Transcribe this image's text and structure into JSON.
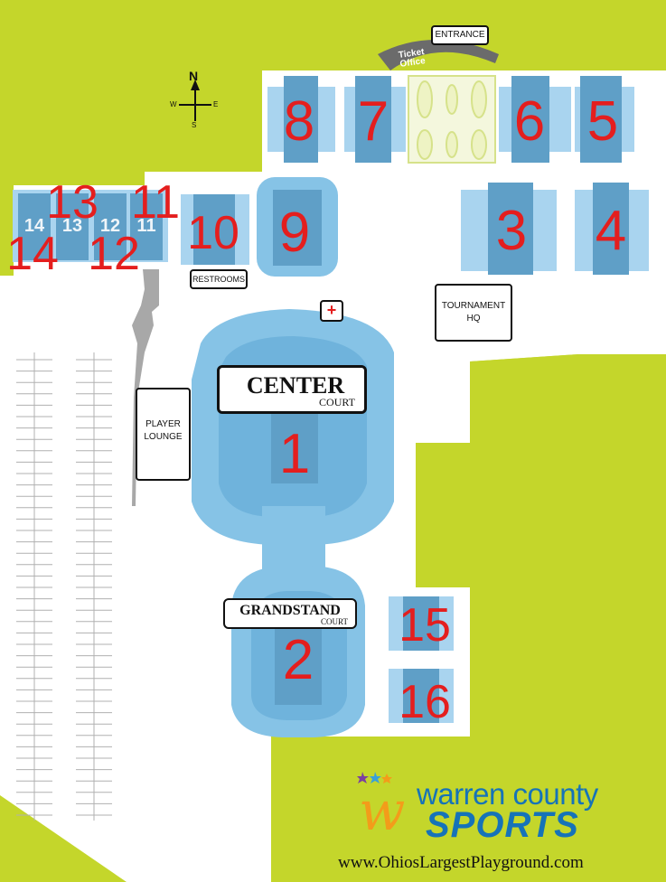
{
  "labels": {
    "entrance": "ENTRANCE",
    "ticket_office": "Ticket\nOffice",
    "restrooms": "RESTROOMS",
    "tournament_hq": "TOURNAMENT\nHQ",
    "player_lounge": "PLAYER\nLOUNGE",
    "center": "CENTER",
    "center_sub": "COURT",
    "grandstand": "GRANDSTAND",
    "grandstand_sub": "COURT",
    "first_aid": "+"
  },
  "compass": {
    "n": "N",
    "s": "S",
    "e": "E",
    "w": "W"
  },
  "courts": [
    "1",
    "2",
    "3",
    "4",
    "5",
    "6",
    "7",
    "8",
    "9",
    "10",
    "11",
    "12",
    "13",
    "14",
    "15",
    "16"
  ],
  "logo": {
    "line1": "warren county",
    "line2": "SPORTS",
    "website": "www.OhiosLargestPlayground.com"
  },
  "colors": {
    "grass": "#c4d62b",
    "pavement": "#ffffff",
    "court_blue": "#5f9fc7",
    "court_light": "#a9d4ef",
    "stadium": "#86c3e6",
    "number_red": "#e41e1e",
    "logo_blue": "#1673b8",
    "logo_orange": "#f39c1a"
  }
}
